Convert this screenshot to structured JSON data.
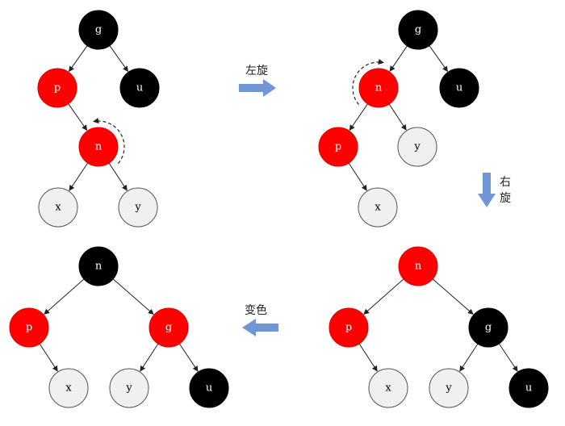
{
  "colors": {
    "red": "#ff0000",
    "black": "#000000",
    "nil": "#f0f0f0",
    "arrow": "#7097d3",
    "edge": "#222222"
  },
  "operations": [
    {
      "id": "rotate-left",
      "label": "左旋",
      "direction": "right"
    },
    {
      "id": "rotate-right",
      "label_line1": "右",
      "label_line2": "旋",
      "direction": "down"
    },
    {
      "id": "recolor",
      "label": "变色",
      "direction": "left"
    }
  ],
  "trees": [
    {
      "id": "tree-1",
      "nodes": [
        {
          "key": "g",
          "label": "g",
          "color": "black"
        },
        {
          "key": "p",
          "label": "p",
          "color": "red"
        },
        {
          "key": "u",
          "label": "u",
          "color": "black"
        },
        {
          "key": "n",
          "label": "n",
          "color": "red"
        },
        {
          "key": "x",
          "label": "x",
          "color": "nil"
        },
        {
          "key": "y",
          "label": "y",
          "color": "nil"
        }
      ],
      "edges": [
        [
          "g",
          "p"
        ],
        [
          "g",
          "u"
        ],
        [
          "p",
          "n"
        ],
        [
          "n",
          "x"
        ],
        [
          "n",
          "y"
        ]
      ],
      "rotation_marker": "n"
    },
    {
      "id": "tree-2",
      "nodes": [
        {
          "key": "g",
          "label": "g",
          "color": "black"
        },
        {
          "key": "n",
          "label": "n",
          "color": "red"
        },
        {
          "key": "u",
          "label": "u",
          "color": "black"
        },
        {
          "key": "p",
          "label": "p",
          "color": "red"
        },
        {
          "key": "y",
          "label": "y",
          "color": "nil"
        },
        {
          "key": "x",
          "label": "x",
          "color": "nil"
        }
      ],
      "edges": [
        [
          "g",
          "n"
        ],
        [
          "g",
          "u"
        ],
        [
          "n",
          "p"
        ],
        [
          "n",
          "y"
        ],
        [
          "p",
          "x"
        ]
      ],
      "rotation_marker": "n"
    },
    {
      "id": "tree-3",
      "nodes": [
        {
          "key": "n",
          "label": "n",
          "color": "red"
        },
        {
          "key": "p",
          "label": "p",
          "color": "red"
        },
        {
          "key": "g",
          "label": "g",
          "color": "black"
        },
        {
          "key": "x",
          "label": "x",
          "color": "nil"
        },
        {
          "key": "y",
          "label": "y",
          "color": "nil"
        },
        {
          "key": "u",
          "label": "u",
          "color": "black"
        }
      ],
      "edges": [
        [
          "n",
          "p"
        ],
        [
          "n",
          "g"
        ],
        [
          "p",
          "x"
        ],
        [
          "g",
          "y"
        ],
        [
          "g",
          "u"
        ]
      ]
    },
    {
      "id": "tree-4",
      "nodes": [
        {
          "key": "n",
          "label": "n",
          "color": "black"
        },
        {
          "key": "p",
          "label": "p",
          "color": "red"
        },
        {
          "key": "g",
          "label": "g",
          "color": "red"
        },
        {
          "key": "x",
          "label": "x",
          "color": "nil"
        },
        {
          "key": "y",
          "label": "y",
          "color": "nil"
        },
        {
          "key": "u",
          "label": "u",
          "color": "black"
        }
      ],
      "edges": [
        [
          "n",
          "p"
        ],
        [
          "n",
          "g"
        ],
        [
          "p",
          "x"
        ],
        [
          "g",
          "y"
        ],
        [
          "g",
          "u"
        ]
      ]
    }
  ]
}
